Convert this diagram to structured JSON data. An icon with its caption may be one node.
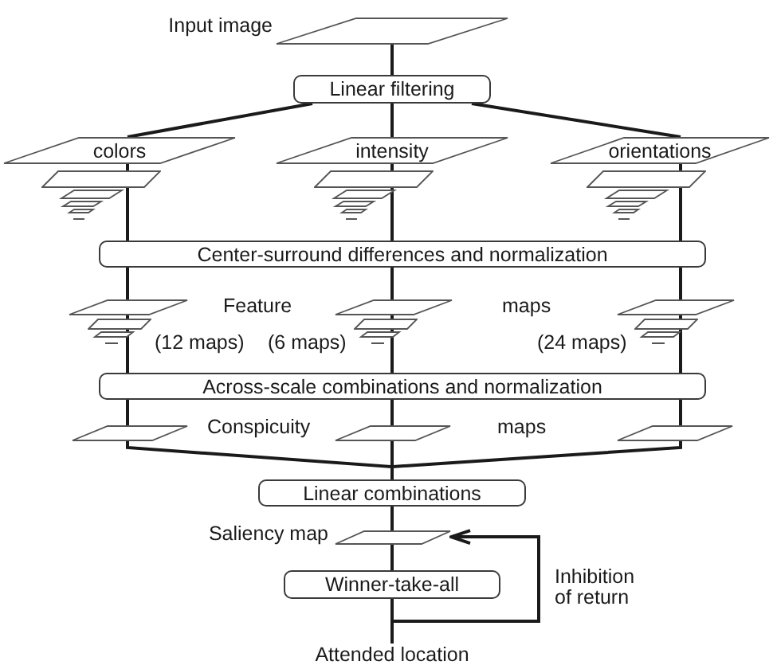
{
  "diagram": {
    "nodes": [
      {
        "text": [],
        "shape": "parallelogram",
        "beside": [
          "Input image"
        ]
      },
      {
        "text": [
          "Linear filtering"
        ]
      },
      {
        "text": [
          "colors"
        ]
      },
      {
        "text": [
          "intensity"
        ]
      },
      {
        "text": [
          "orientations"
        ]
      },
      {
        "text": [
          "Center-surround differences and normalization"
        ]
      },
      {
        "text": [],
        "shape": "parallelogram",
        "beside": [
          "(12 maps)"
        ]
      },
      {
        "text": [],
        "shape": "parallelogram",
        "beside": [
          "(6 maps)"
        ]
      },
      {
        "text": [],
        "shape": "parallelogram",
        "beside": [
          "(24 maps)"
        ]
      },
      {
        "text": [
          "Across-scale combinations and normalization"
        ]
      },
      {
        "text": [],
        "shape": "parallelogram"
      },
      {
        "text": [],
        "shape": "parallelogram"
      },
      {
        "text": [],
        "shape": "parallelogram"
      },
      {
        "text": [
          "Linear combinations"
        ]
      },
      {
        "text": [],
        "shape": "parallelogram",
        "beside": [
          "Saliency map"
        ]
      },
      {
        "text": [
          "Winner-take-all"
        ]
      },
      {
        "text": [
          "Attended location"
        ]
      }
    ],
    "edges": [
      {
        "from": 0,
        "to": 1,
        "arrow": "none"
      },
      {
        "from": 1,
        "to": 2,
        "arrow": "none"
      },
      {
        "from": 1,
        "to": 3,
        "arrow": "none"
      },
      {
        "from": 1,
        "to": 4,
        "arrow": "none"
      },
      {
        "from": 2,
        "to": 5,
        "arrow": "none"
      },
      {
        "from": 3,
        "to": 5,
        "arrow": "none"
      },
      {
        "from": 4,
        "to": 5,
        "arrow": "none"
      },
      {
        "from": 5,
        "to": 6,
        "arrow": "none"
      },
      {
        "from": 5,
        "to": 7,
        "arrow": "none"
      },
      {
        "from": 5,
        "to": 8,
        "arrow": "none"
      },
      {
        "from": 6,
        "to": 9,
        "arrow": "none"
      },
      {
        "from": 7,
        "to": 9,
        "arrow": "none"
      },
      {
        "from": 8,
        "to": 9,
        "arrow": "none"
      },
      {
        "from": 9,
        "to": 10,
        "arrow": "none"
      },
      {
        "from": 9,
        "to": 11,
        "arrow": "none"
      },
      {
        "from": 9,
        "to": 12,
        "arrow": "none"
      },
      {
        "from": 10,
        "to": 13,
        "arrow": "none"
      },
      {
        "from": 11,
        "to": 13,
        "arrow": "none"
      },
      {
        "from": 12,
        "to": 13,
        "arrow": "none"
      },
      {
        "from": 13,
        "to": 14,
        "arrow": "none"
      },
      {
        "from": 14,
        "to": 15,
        "arrow": "none"
      },
      {
        "from": 15,
        "to": 16,
        "arrow": "none"
      },
      {
        "from": 15,
        "to": 14,
        "arrow": "to",
        "label": "Inhibition of return"
      }
    ],
    "labels": [
      "Feature",
      "maps",
      "Conspicuity",
      "maps"
    ]
  }
}
